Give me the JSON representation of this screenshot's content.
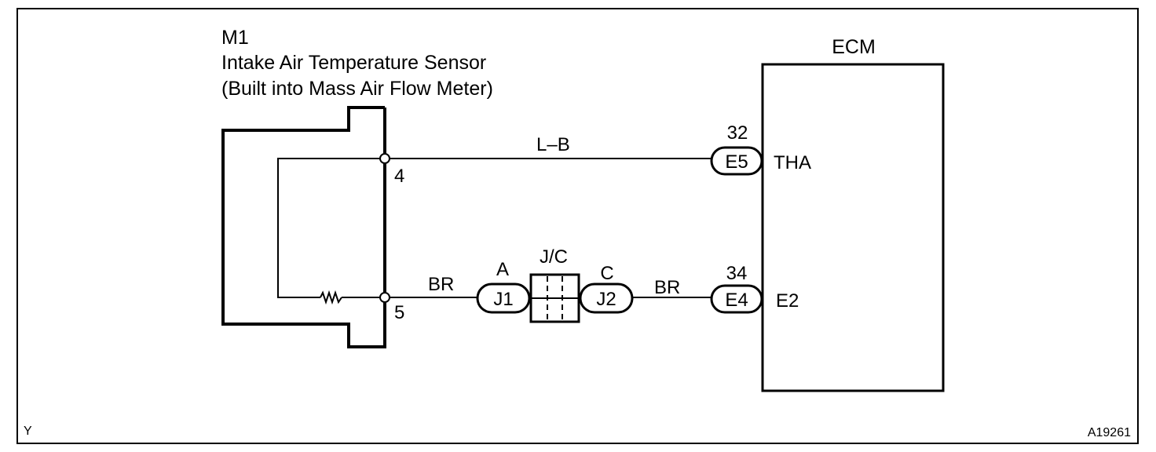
{
  "sensor": {
    "code": "M1",
    "name": "Intake Air Temperature Sensor",
    "note": "(Built into Mass Air Flow Meter)",
    "pin_top": "4",
    "pin_bottom": "5"
  },
  "ecm": {
    "label": "ECM",
    "signal_tha": "THA",
    "signal_e2": "E2"
  },
  "wires": {
    "tha_color": "L–B",
    "e2_color_left": "BR",
    "e2_color_right": "BR"
  },
  "connectors": {
    "e5": {
      "label": "E5",
      "pin": "32"
    },
    "e4": {
      "label": "E4",
      "pin": "34"
    },
    "j1": {
      "label": "J1",
      "tag": "A"
    },
    "j2": {
      "label": "J2",
      "tag": "C"
    }
  },
  "junction": {
    "label": "J/C"
  },
  "footer": {
    "left_code": "Y",
    "figure_id": "A19261"
  }
}
